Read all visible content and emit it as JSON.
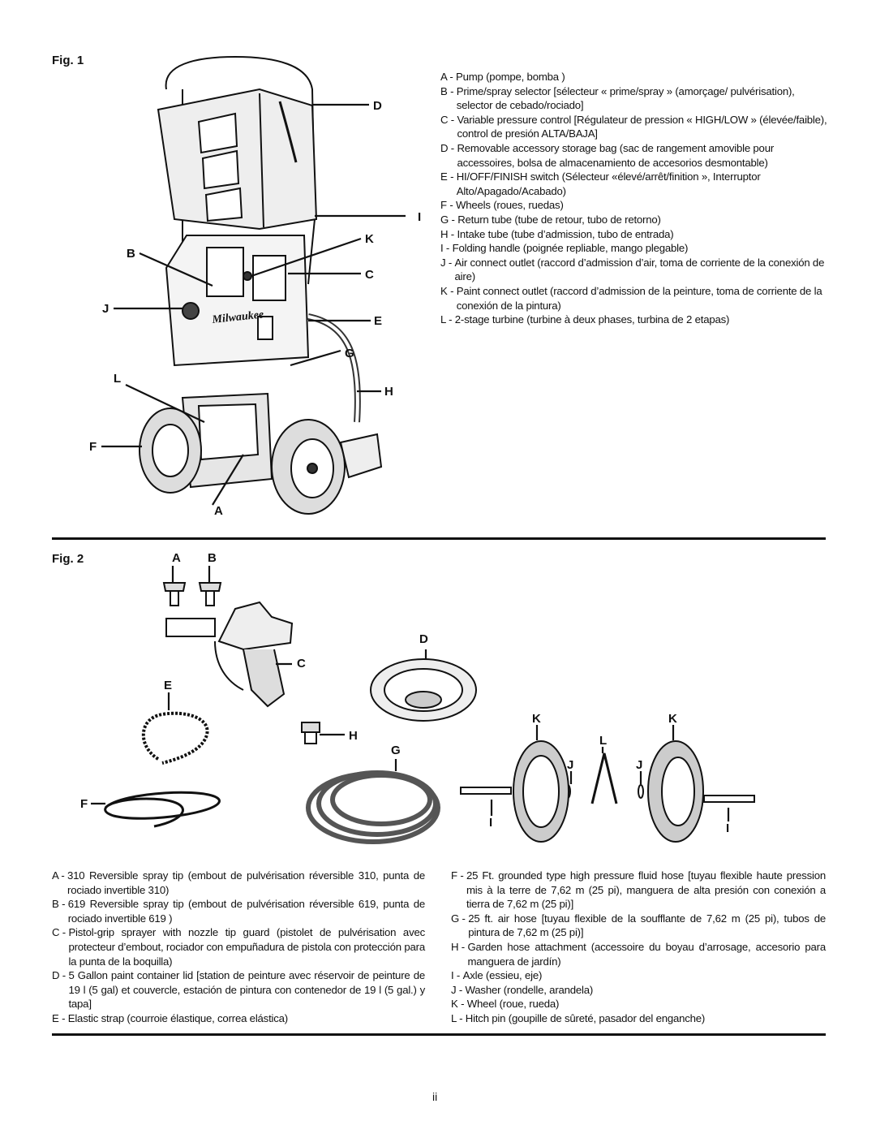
{
  "figure1": {
    "label": "Fig. 1",
    "callouts": [
      "D",
      "I",
      "K",
      "B",
      "C",
      "J",
      "E",
      "G",
      "L",
      "H",
      "F",
      "A"
    ],
    "brand": "Milwaukee",
    "legend": [
      {
        "key": "A",
        "text": "Pump (pompe, bomba )"
      },
      {
        "key": "B",
        "text": "Prime/spray selector [sélecteur « prime/spray » (amorçage/ pulvérisation), selector de cebado/rociado]"
      },
      {
        "key": "C",
        "text": "Variable pressure control [Régulateur de pression « HIGH/LOW » (élevée/faible), control de presión ALTA/BAJA]"
      },
      {
        "key": "D",
        "text": "Removable accessory storage bag (sac de rangement amovible pour accessoires, bolsa de almacenamiento de accesorios desmontable)"
      },
      {
        "key": "E",
        "text": "HI/OFF/FINISH switch (Sélecteur «élevé/arrêt/finition », Interruptor Alto/Apagado/Acabado)"
      },
      {
        "key": "F",
        "text": "Wheels (roues, ruedas)"
      },
      {
        "key": "G",
        "text": "Return tube (tube de retour, tubo de retorno)"
      },
      {
        "key": "H",
        "text": "Intake tube (tube d’admission, tubo de entrada)"
      },
      {
        "key": "I",
        "text": "Folding handle (poignée repliable, mango plegable)"
      },
      {
        "key": "J",
        "text": "Air connect outlet (raccord d’admission d’air, toma de corriente de la conexión de aire)"
      },
      {
        "key": "K",
        "text": "Paint connect outlet (raccord d’admission de la peinture, toma de corriente de la conexión de la pintura)"
      },
      {
        "key": "L",
        "text": "2-stage turbine (turbine à deux phases, turbina de 2 etapas)"
      }
    ]
  },
  "figure2": {
    "label": "Fig. 2",
    "callouts": [
      "A",
      "B",
      "D",
      "C",
      "E",
      "K",
      "K",
      "H",
      "L",
      "G",
      "J",
      "J",
      "F",
      "I",
      "I"
    ],
    "legend_left": [
      {
        "key": "A",
        "text": "310 Reversible spray tip (embout de pulvérisation réversible 310, punta de rociado invertible 310)"
      },
      {
        "key": "B",
        "text": "619 Reversible spray tip (embout de pulvérisation réversible 619, punta de rociado invertible 619 )"
      },
      {
        "key": "C",
        "text": "Pistol-grip sprayer with nozzle tip guard (pistolet de pulvérisation avec protecteur d’embout, rociador con empuñadura de pistola con protección para la punta de la boquilla)"
      },
      {
        "key": "D",
        "text": "5 Gallon paint container lid [station de peinture avec réservoir de peinture de 19 l (5 gal) et couvercle, estación de pintura con contenedor de 19 l (5 gal.) y tapa]"
      },
      {
        "key": "E",
        "text": "Elastic strap (courroie élastique, correa elástica)"
      }
    ],
    "legend_right": [
      {
        "key": "F",
        "text": "25 Ft. grounded type high pressure fluid hose [tuyau flexible haute pression mis à la terre de 7,62 m (25 pi), manguera de alta presión con conexión a tierra de 7,62 m (25 pi)]"
      },
      {
        "key": "G",
        "text": "25 ft. air hose [tuyau flexible de la soufflante de 7,62 m (25 pi), tubos de pintura de 7,62 m (25 pi)]"
      },
      {
        "key": "H",
        "text": "Garden hose attachment (accessoire du boyau d’arrosage, accesorio para manguera de jardín)"
      },
      {
        "key": "I",
        "text": "Axle (essieu, eje)"
      },
      {
        "key": "J",
        "text": "Washer (rondelle, arandela)"
      },
      {
        "key": "K",
        "text": "Wheel (roue, rueda)"
      },
      {
        "key": "L",
        "text": "Hitch pin (goupille de sûreté, pasador del enganche)"
      }
    ]
  },
  "page_number": "ii"
}
